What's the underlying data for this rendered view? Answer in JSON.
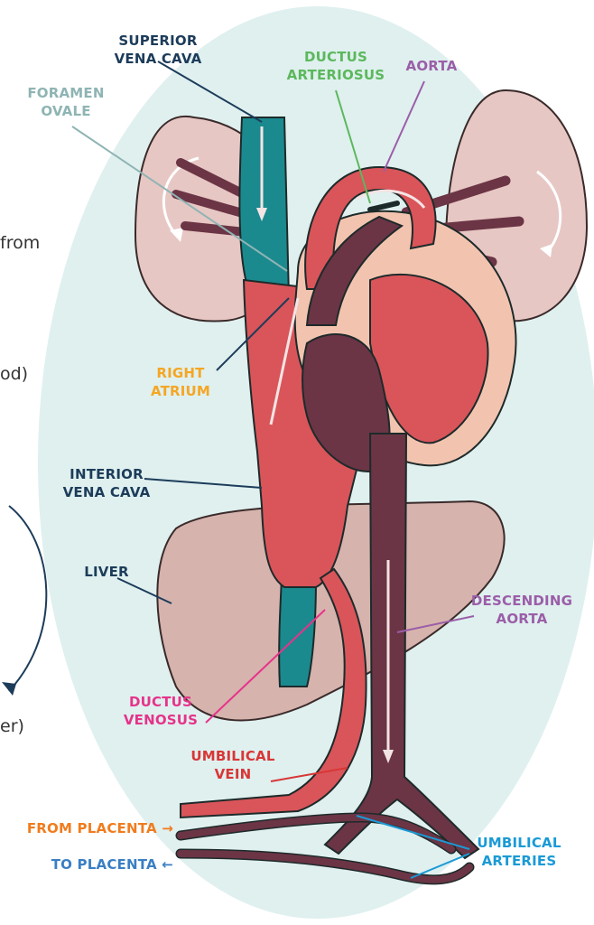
{
  "labels": {
    "superior_vena_cava": {
      "line1": "SUPERIOR",
      "line2": "VENA CAVA",
      "color": "#1d3c5a"
    },
    "foramen_ovale": {
      "line1": "FORAMEN",
      "line2": "OVALE",
      "color": "#8fb4b4"
    },
    "ductus_arteriosus": {
      "line1": "DUCTUS",
      "line2": "ARTERIOSUS",
      "color": "#5cb85c"
    },
    "aorta": {
      "line1": "AORTA",
      "color": "#9b5ea8"
    },
    "right_atrium": {
      "line1": "RIGHT",
      "line2": "ATRIUM",
      "color": "#f5a623"
    },
    "interior_vena_cava": {
      "line1": "INTERIOR",
      "line2": "VENA CAVA",
      "color": "#1d3c5a"
    },
    "liver": {
      "line1": "LIVER",
      "color": "#1d3c5a"
    },
    "descending_aorta": {
      "line1": "DESCENDING",
      "line2": "AORTA",
      "color": "#9b5ea8"
    },
    "ductus_venosus": {
      "line1": "DUCTUS",
      "line2": "VENOSUS",
      "color": "#e6338a"
    },
    "umbilical_vein": {
      "line1": "UMBILICAL",
      "line2": "VEIN",
      "color": "#d93636"
    },
    "from_placenta": {
      "line1": "FROM PLACENTA →",
      "color": "#f07c1e"
    },
    "to_placenta": {
      "line1": "TO PLACENTA ←",
      "color": "#3a7fc4"
    },
    "umbilical_arteries": {
      "line1": "UMBILICAL",
      "line2": "ARTERIES",
      "color": "#1a9ad6"
    }
  },
  "cropped_text": {
    "from": "from",
    "od": "od)",
    "er": "er)"
  },
  "colors": {
    "background_oval": "#dff0ef",
    "lung": "#e7c7c4",
    "liver": "#d6b3ad",
    "oxygenated": "#d9555a",
    "deoxygenated": "#6b3545",
    "mixed": "#1a8a8f",
    "heart_pale": "#f2c4b0"
  }
}
